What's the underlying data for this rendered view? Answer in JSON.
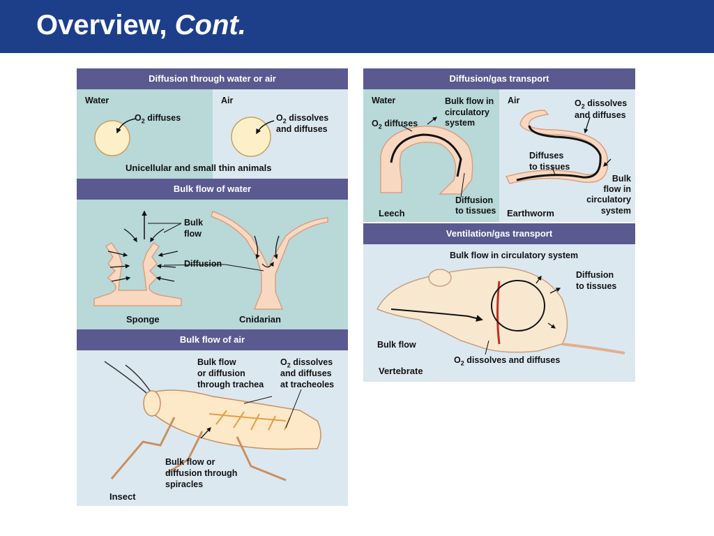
{
  "slide": {
    "title_main": "Overview,",
    "title_em": "Cont."
  },
  "left": {
    "water_air_header": "Diffusion through water or air",
    "water": "Water",
    "air": "Air",
    "o2_diffuses_o": "O",
    "o2_diffuses_sub": "2",
    "o2_diffuses_rest": " diffuses",
    "o2_dissolves_o": "O",
    "o2_dissolves_sub": "2",
    "o2_dissolves_rest": " dissolves",
    "and_diffuses": "and diffuses",
    "unicellular": "Unicellular and small thin animals",
    "bulk_water_header": "Bulk flow of water",
    "bulk": "Bulk",
    "flow": "flow",
    "diffusion": "Diffusion",
    "sponge": "Sponge",
    "cnidarian": "Cnidarian",
    "bulk_air_header": "Bulk flow of air",
    "trachea_1": "Bulk flow",
    "trachea_2": "or diffusion",
    "trachea_3": "through trachea",
    "tracheoles_1_o": "O",
    "tracheoles_1_sub": "2",
    "tracheoles_1_rest": " dissolves",
    "tracheoles_2": "and diffuses",
    "tracheoles_3": "at tracheoles",
    "spiracles_1": "Bulk flow or",
    "spiracles_2": "diffusion through",
    "spiracles_3": "spiracles",
    "insect": "Insect"
  },
  "right": {
    "diffusion_gas_header": "Diffusion/gas transport",
    "water": "Water",
    "air": "Air",
    "leech_bulk_1": "Bulk flow in",
    "leech_bulk_2": "circulatory",
    "leech_bulk_3": "system",
    "leech_o2_o": "O",
    "leech_o2_sub": "2",
    "leech_o2_rest": " diffuses",
    "leech_diff_1": "Diffusion",
    "leech_diff_2": "to tissues",
    "leech": "Leech",
    "worm_o2_1_o": "O",
    "worm_o2_1_sub": "2",
    "worm_o2_1_rest": " dissolves",
    "worm_o2_2": "and diffuses",
    "worm_diff_1": "Diffuses",
    "worm_diff_2": "to tissues",
    "worm_bulk_1": "Bulk",
    "worm_bulk_2": "flow in",
    "worm_bulk_3": "circulatory",
    "worm_bulk_4": "system",
    "earthworm": "Earthworm",
    "vent_header": "Ventilation/gas transport",
    "vert_bulk_circ": "Bulk flow in circulatory system",
    "vert_diff_1": "Diffusion",
    "vert_diff_2": "to tissues",
    "vert_bulk_flow": "Bulk flow",
    "vert_o2_o": "O",
    "vert_o2_sub": "2",
    "vert_o2_rest": " dissolves and diffuses",
    "vertebrate": "Vertebrate"
  },
  "colors": {
    "title_bar": "#1d3f8a",
    "panel_header": "#5a5a90",
    "water_bg": "#b9d8d8",
    "air_bg": "#dce8f0",
    "tissue": "#f8d8c0",
    "tissue_stroke": "#d8a080",
    "trachea": "#e0a040",
    "vessel": "#c03020"
  }
}
